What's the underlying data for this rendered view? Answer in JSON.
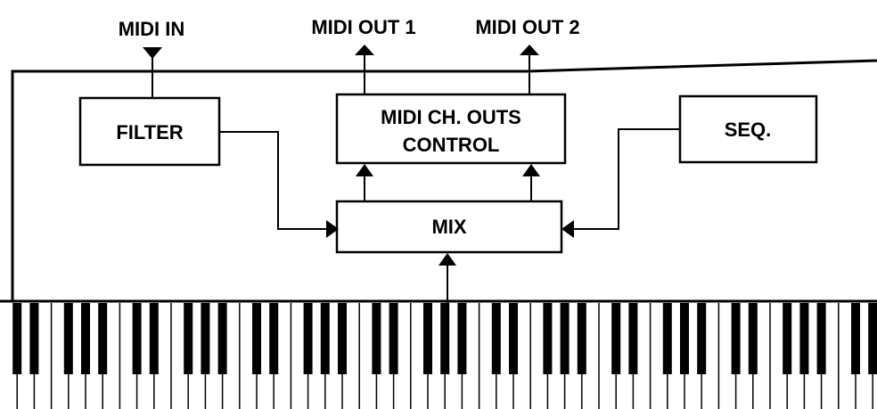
{
  "labels": {
    "midi_in": "MIDI  IN",
    "midi_out_1": "MIDI OUT 1",
    "midi_out_2": "MIDI OUT 2"
  },
  "blocks": {
    "filter": "FILTER",
    "outs_control_line1": "MIDI CH. OUTS",
    "outs_control_line2": "CONTROL",
    "seq": "SEQ.",
    "mix": "MIX"
  },
  "colors": {
    "ink": "#000000",
    "paper": "#ffffff"
  }
}
